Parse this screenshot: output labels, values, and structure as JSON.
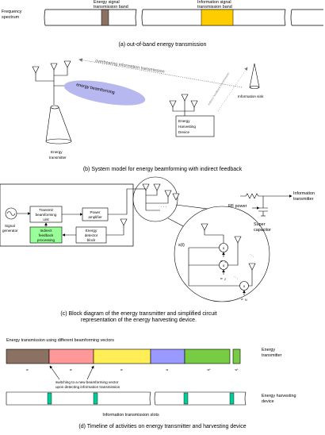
{
  "panel_a": {
    "spectrum_label_1": "Frequency",
    "spectrum_label_2": "spectrum",
    "energy_band_1": "Energy signal",
    "energy_band_2": "transmission band",
    "info_band_1": "Information signal",
    "info_band_2": "transmission band",
    "caption": "(a) out-of-band energy transmission",
    "colors": {
      "energy_band": "#8b7162",
      "info_band": "#ffcc00"
    }
  },
  "panel_b": {
    "overhearing": "overhearing information transmission",
    "beamforming": "energy beamforming",
    "feedback": "indirect feedback transmission",
    "info_sink": "Information sink",
    "device_1": "Energy",
    "device_2": "Harvesting",
    "device_3": "Device",
    "transmitter_1": "Energy",
    "transmitter_2": "transmitter",
    "caption": "(b) System model for energy beamforming with indirect feedback",
    "colors": {
      "beam": "#b8b8f0"
    }
  },
  "panel_c": {
    "signal_gen_1": "Signal",
    "signal_gen_2": "generator",
    "tx_bf_1": "Transmit",
    "tx_bf_2": "beamforming",
    "tx_bf_3": "unit",
    "power_amp_1": "Power",
    "power_amp_2": "amplifier",
    "fb_proc_1": "Indirect",
    "fb_proc_2": "feedback",
    "fb_proc_3": "processing",
    "detector_1": "Energy",
    "detector_2": "detector",
    "detector_3": "block",
    "st": "s(t)",
    "mult": "x",
    "w1": "w",
    "w2": "w",
    "wn": "w",
    "w1_sub": "1",
    "w2_sub": "2",
    "wn_sub": "N",
    "dots": ". . .",
    "rf_power": "RF power",
    "info_tx_1": "Information",
    "info_tx_2": "transmitter",
    "super_cap_1": "Super",
    "super_cap_2": "capacitor",
    "caption_1": "(c) Block diagram of the energy transmitter and simplified circuit",
    "caption_2": "representation of the energy harvesting device.",
    "colors": {
      "feedback_box": "#99ff99"
    }
  },
  "panel_d": {
    "top_title": "Energy transmission using different beamforming vectors",
    "energy_tx_1": "Energy",
    "energy_tx_2": "transmitter",
    "harvest_1": "Energy harvesting",
    "harvest_2": "device",
    "switch_1": "switching to a new beamforming vector",
    "switch_2": "upon detecting information transmission",
    "slots": "Information transmission slots",
    "caption": "(d) Timeline of activities on energy transmitter and harvesting device",
    "segments": [
      {
        "color": "#8b7162",
        "label": "w"
      },
      {
        "color": "#ff9999",
        "label": "w"
      },
      {
        "color": "#ffee55",
        "label": "w"
      },
      {
        "color": "#9999ff",
        "label": "w"
      },
      {
        "color": "#77cc44",
        "label": "w*"
      },
      {
        "color": "#77cc44",
        "label": "w*"
      }
    ],
    "colors": {
      "slot": "#00cc99"
    }
  }
}
